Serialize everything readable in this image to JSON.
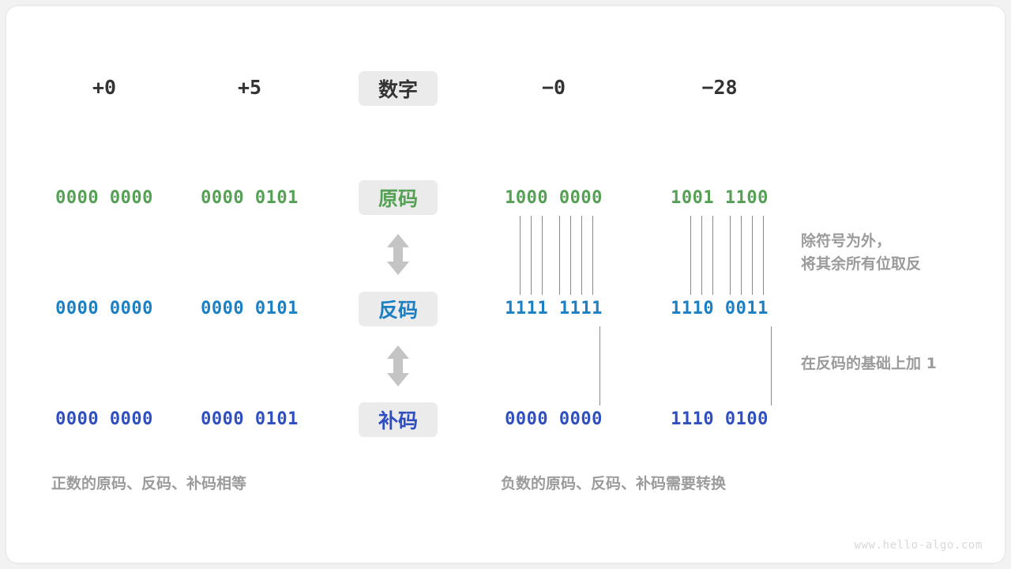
{
  "diagram": {
    "watermark": "www.hello-algo.com",
    "colors": {
      "sign_magnitude": "#56a056",
      "ones_complement": "#1b7fc4",
      "twos_complement": "#2f4fc0",
      "chip_bg": "#ebebeb",
      "note_gray": "#9b9b9b",
      "line_gray": "#8a8a8a",
      "card_bg": "#ffffff",
      "page_bg": "#f2f2f2"
    },
    "row_labels": [
      {
        "text": "数字",
        "tone": "t-dark"
      },
      {
        "text": "原码",
        "tone": "t-green"
      },
      {
        "text": "反码",
        "tone": "t-blue"
      },
      {
        "text": "补码",
        "tone": "t-indigo"
      }
    ],
    "headers": {
      "pos_zero": "+0",
      "pos_five": "+5",
      "neg_zero": "−0",
      "neg_twentyeight": "−28"
    },
    "rows": {
      "sign_magnitude": {
        "pos_zero": "0000 0000",
        "pos_five": "0000 0101",
        "neg_zero": "1000 0000",
        "neg_twentyeight": "1001 1100"
      },
      "ones_complement": {
        "pos_zero": "0000 0000",
        "pos_five": "0000 0101",
        "neg_zero": "1111 1111",
        "neg_twentyeight": "1110 0011"
      },
      "twos_complement": {
        "pos_zero": "0000 0000",
        "pos_five": "0000 0101",
        "neg_zero": "0000 0000",
        "neg_twentyeight": "1110 0100"
      }
    },
    "notes": {
      "invert_bits": "除符号为外，\n将其余所有位取反",
      "add_one": "在反码的基础上加 1"
    },
    "captions": {
      "positive": "正数的原码、反码、补码相等",
      "negative": "负数的原码、反码、补码需要转换"
    }
  }
}
